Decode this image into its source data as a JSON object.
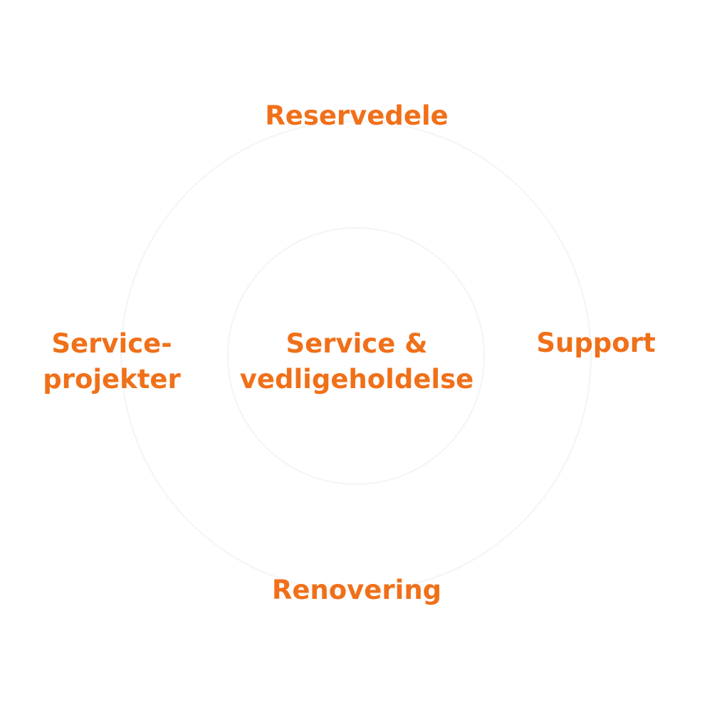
{
  "colors": {
    "accent": "#f07019",
    "background": "#ffffff",
    "ring": "#f4f4f4"
  },
  "nodes": {
    "top": {
      "label": "Reservedele"
    },
    "left": {
      "line1": "Service-",
      "line2": "projekter"
    },
    "center": {
      "line1": "Service &",
      "line2": "vedligeholdelse"
    },
    "right": {
      "label": "Support"
    },
    "bottom": {
      "label": "Renovering"
    }
  }
}
